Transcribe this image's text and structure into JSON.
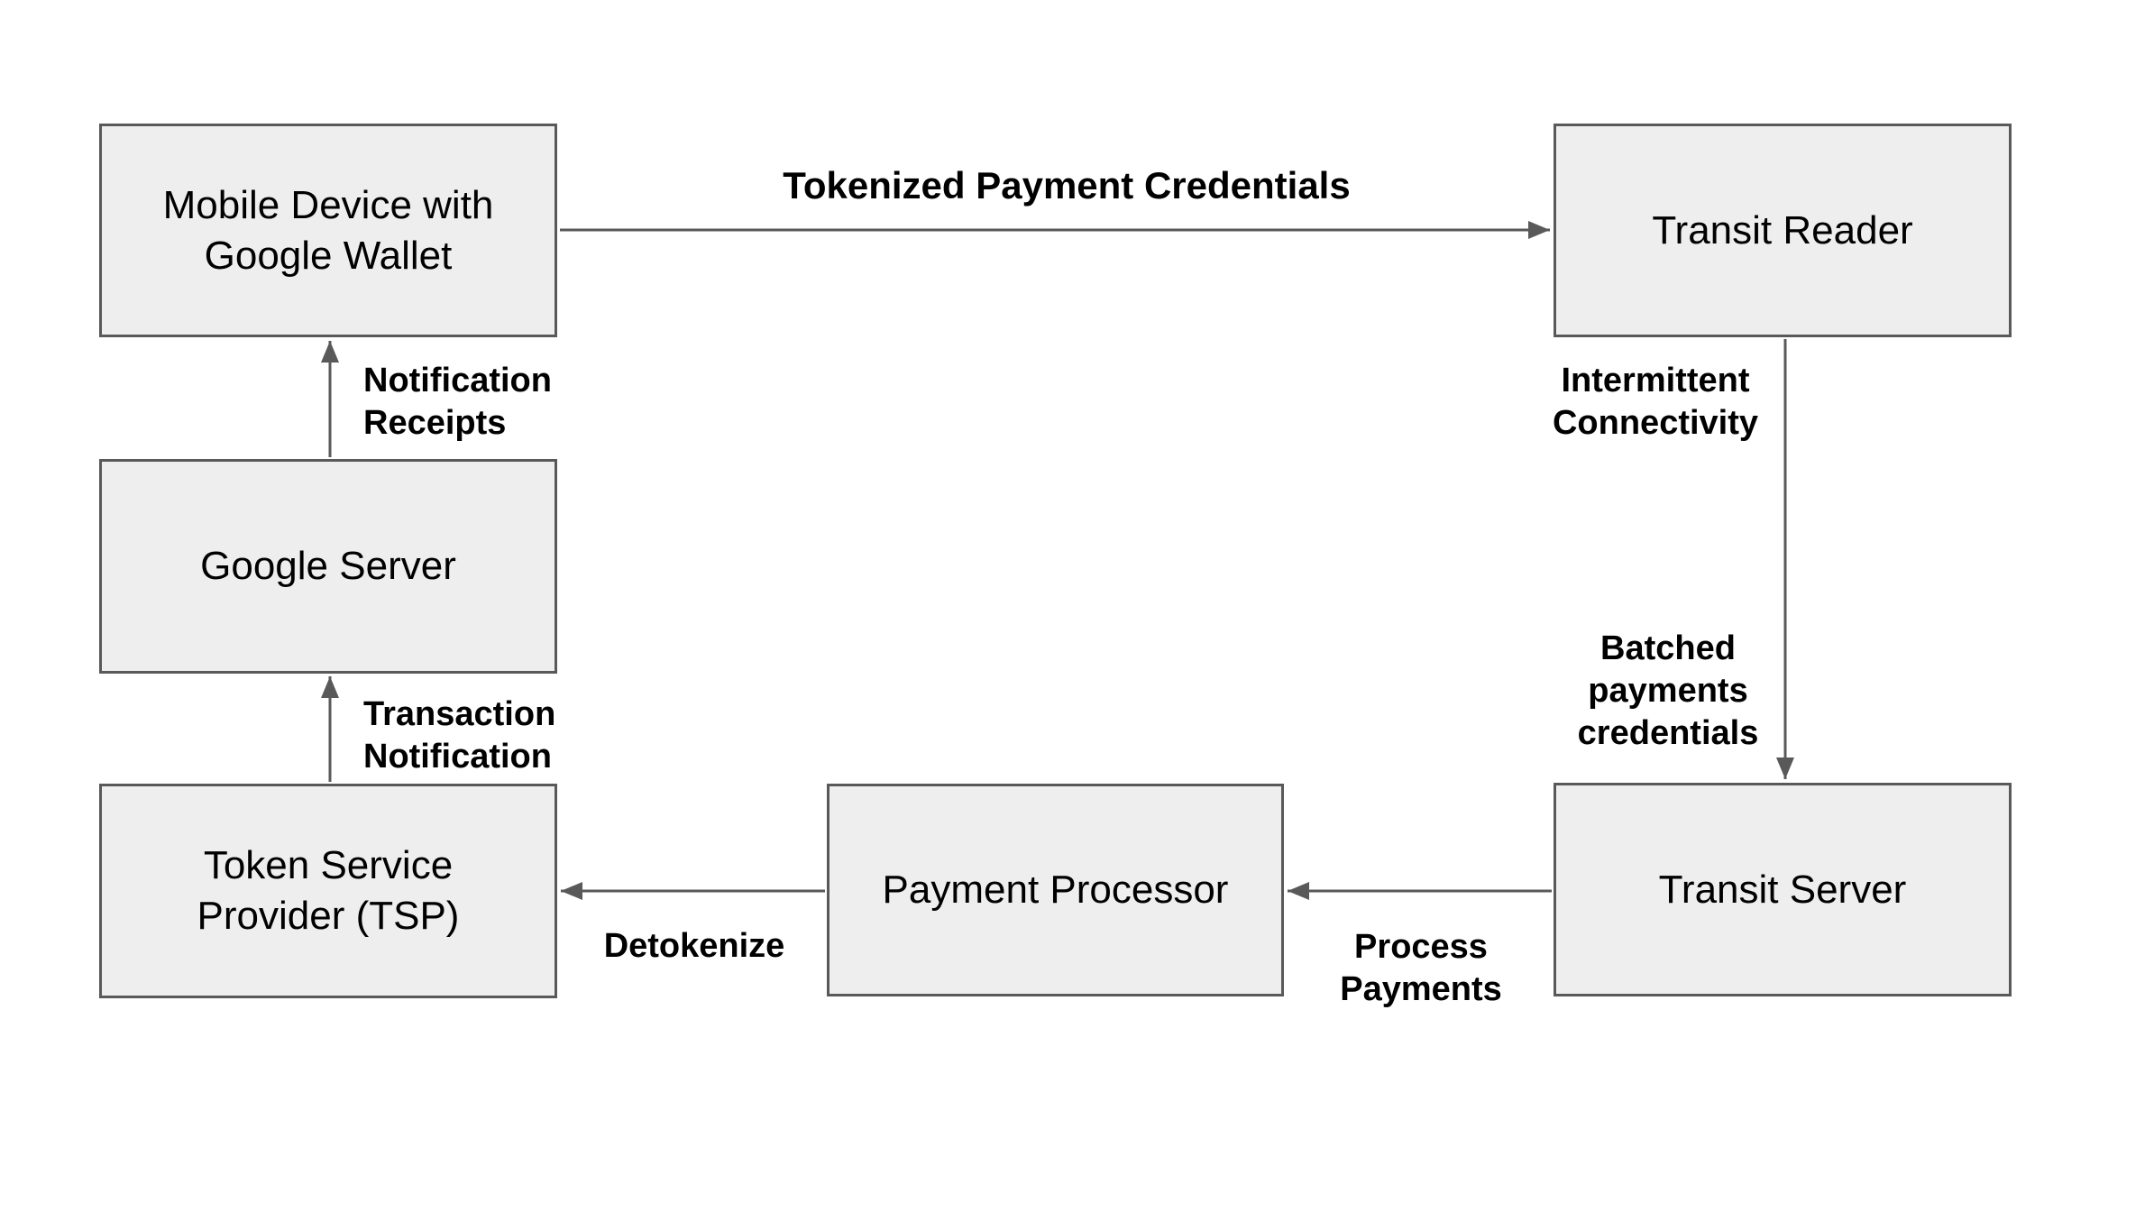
{
  "diagram": {
    "nodes": {
      "mobile_device": {
        "label": "Mobile Device with\nGoogle Wallet"
      },
      "transit_reader": {
        "label": "Transit Reader"
      },
      "google_server": {
        "label": "Google Server"
      },
      "tsp": {
        "label": "Token Service\nProvider (TSP)"
      },
      "payment_processor": {
        "label": "Payment Processor"
      },
      "transit_server": {
        "label": "Transit Server"
      }
    },
    "edges": {
      "tokenized_payment_credentials": {
        "label": "Tokenized Payment Credentials",
        "from": "mobile_device",
        "to": "transit_reader"
      },
      "intermittent_connectivity": {
        "label": "Intermittent\nConnectivity",
        "from": "transit_reader",
        "to": "transit_server"
      },
      "batched_payments_credentials": {
        "label": "Batched\npayments\ncredentials",
        "from": "transit_reader",
        "to": "transit_server"
      },
      "process_payments": {
        "label": "Process\nPayments",
        "from": "transit_server",
        "to": "payment_processor"
      },
      "detokenize": {
        "label": "Detokenize",
        "from": "payment_processor",
        "to": "tsp"
      },
      "transaction_notification": {
        "label": "Transaction\nNotification",
        "from": "tsp",
        "to": "google_server"
      },
      "notification_receipts": {
        "label": "Notification\nReceipts",
        "from": "google_server",
        "to": "mobile_device"
      }
    },
    "colors": {
      "background": "#ffffff",
      "node_fill": "#eeeeee",
      "node_border": "#595959",
      "arrow": "#595959",
      "text": "#000000"
    }
  }
}
